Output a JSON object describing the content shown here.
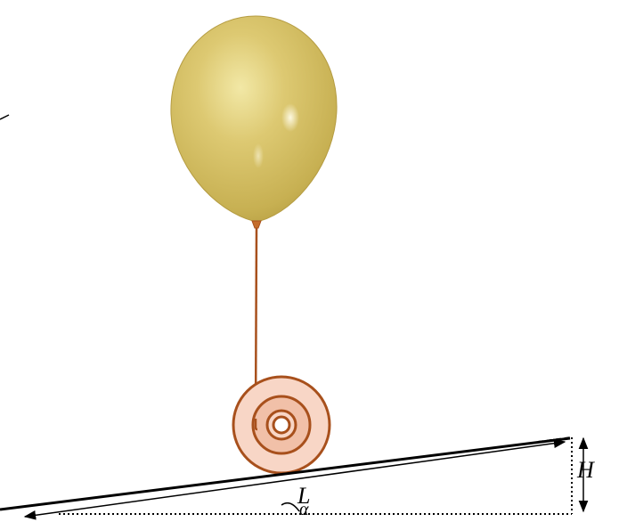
{
  "labels": {
    "height": "H",
    "length": "L",
    "angle": "α"
  },
  "colors": {
    "balloon": "#d4c05e",
    "string": "#a8501c",
    "spool_outer": "#f8d6c6",
    "spool_inner": "#f1c0a8",
    "spool_stroke": "#a8501c",
    "incline": "#000000"
  }
}
